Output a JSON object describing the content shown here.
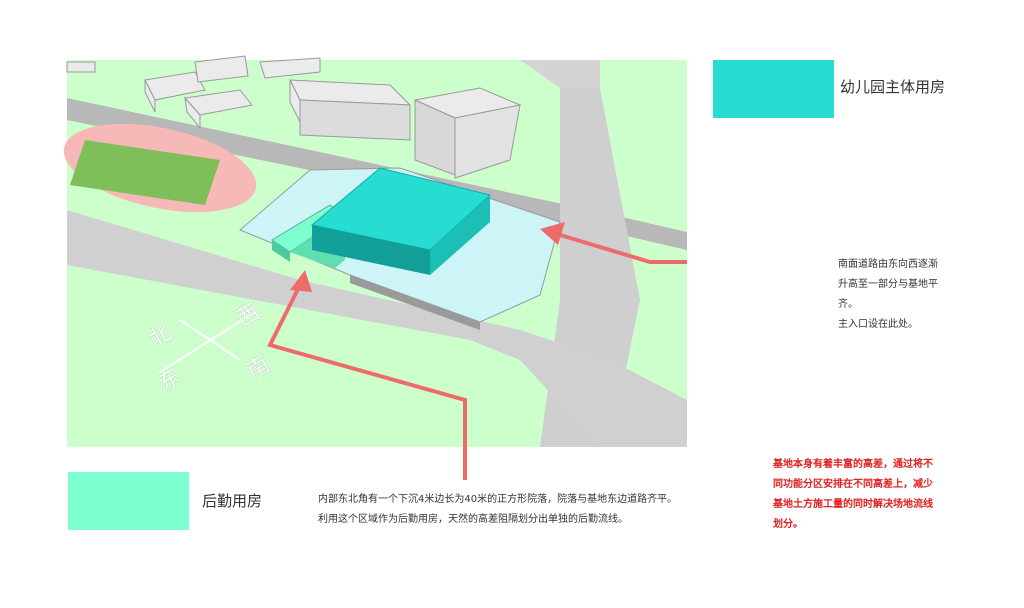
{
  "legend": {
    "main_building": {
      "label": "幼儿园主体用房",
      "color": "#27ddd2"
    },
    "logistics": {
      "label": "后勤用房",
      "color": "#7effcf"
    }
  },
  "compass": {
    "north": "北",
    "east": "东",
    "south": "南",
    "west": "西"
  },
  "notes": {
    "south_road": [
      "南面道路由东向西逐渐",
      "升高至一部分与基地平",
      "齐。",
      "主入口设在此处。"
    ],
    "courtyard": [
      "内部东北角有一个下沉4米边长为40米的正方形院落，院落与基地东边道路齐平。",
      "利用这个区域作为后勤用房，天然的高差阻隔划分出单独的后勤流线。"
    ],
    "summary": [
      "基地本身有着丰富的高差，通过将不",
      "同功能分区安排在不同高差上，减少",
      "基地土方施工量的同时解决场地流线",
      "划分。"
    ]
  },
  "colors": {
    "arrow": "#ee6b6b",
    "summary_text": "#e02020",
    "grass": "#ccffcc",
    "road": "#c8c8c8"
  }
}
